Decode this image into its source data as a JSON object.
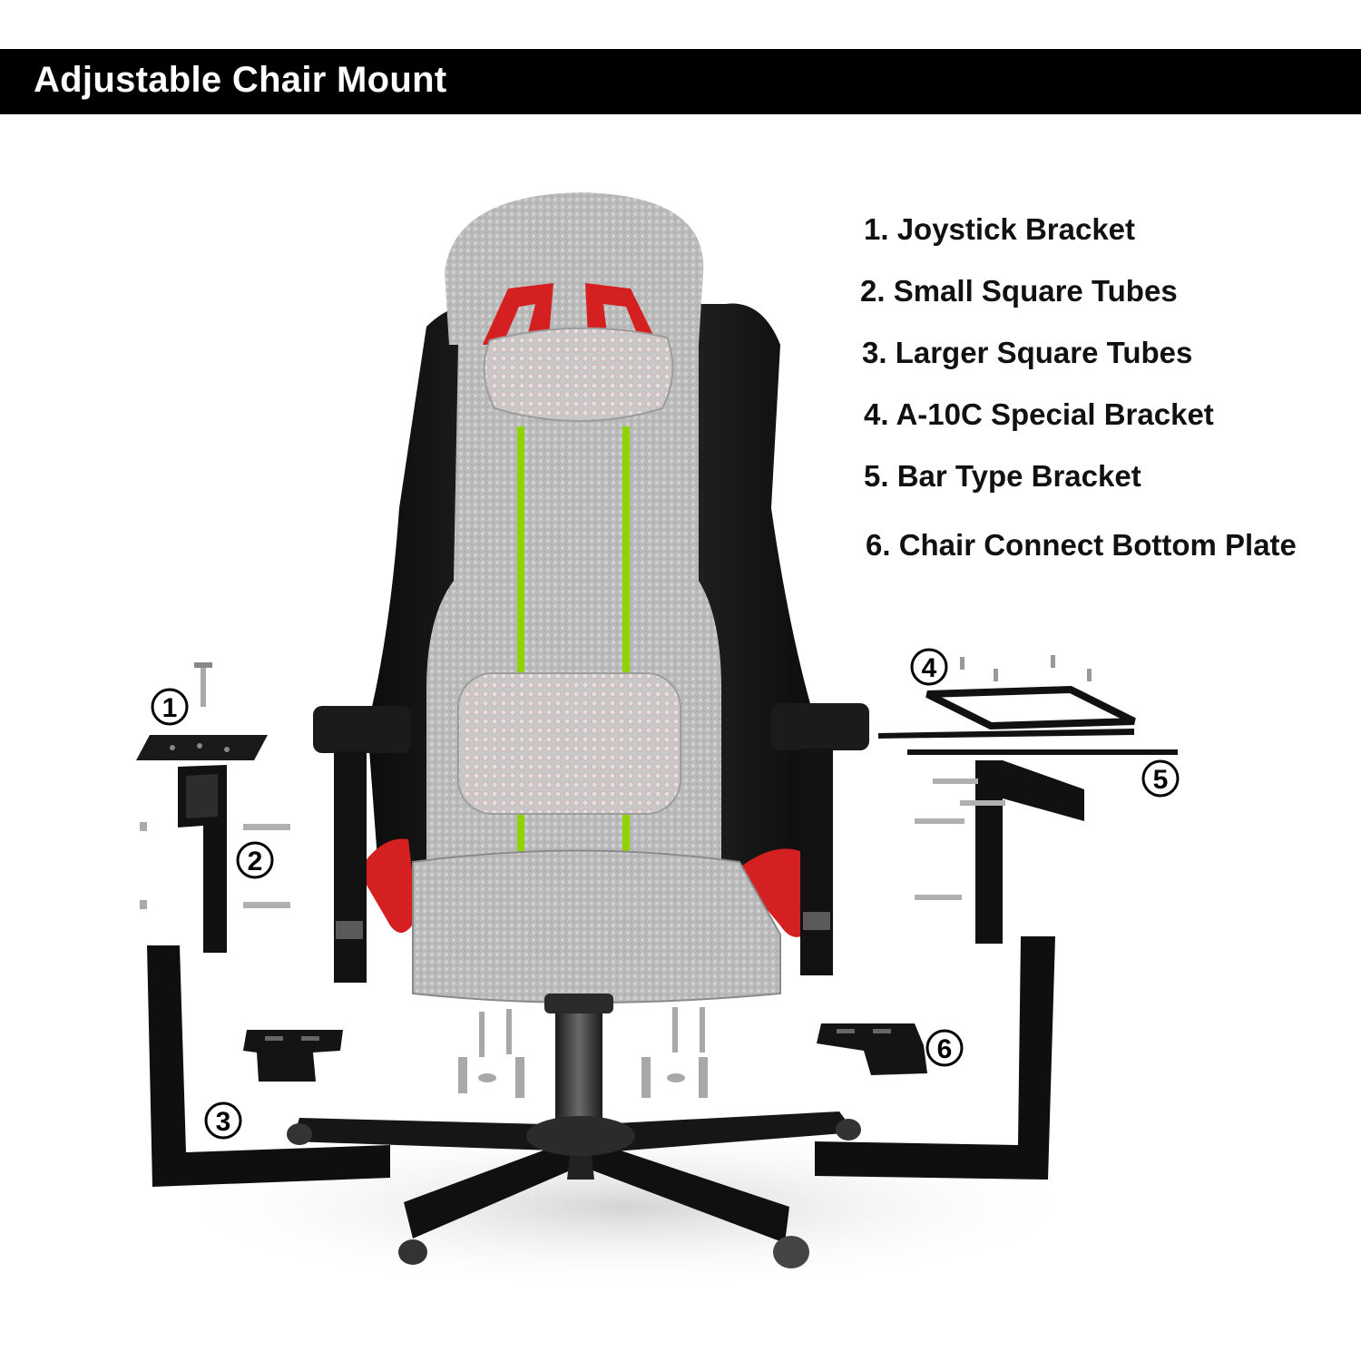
{
  "header": {
    "title": "Adjustable Chair Mount"
  },
  "parts": [
    {
      "label": "1. Joystick Bracket"
    },
    {
      "label": "2. Small Square Tubes"
    },
    {
      "label": "3. Larger Square Tubes"
    },
    {
      "label": "4. A-10C Special Bracket"
    },
    {
      "label": "5. Bar Type Bracket"
    },
    {
      "label": "6. Chair Connect Bottom Plate"
    }
  ],
  "callouts": [
    {
      "number": "1"
    },
    {
      "number": "2"
    },
    {
      "number": "3"
    },
    {
      "number": "4"
    },
    {
      "number": "5"
    },
    {
      "number": "6"
    }
  ],
  "colors": {
    "header_background": "#000000",
    "header_text": "#ffffff",
    "mesh_grey": "#b4b4b4",
    "accent_red": "#d42020",
    "accent_green": "#8fd400",
    "metal_black": "#111111"
  }
}
